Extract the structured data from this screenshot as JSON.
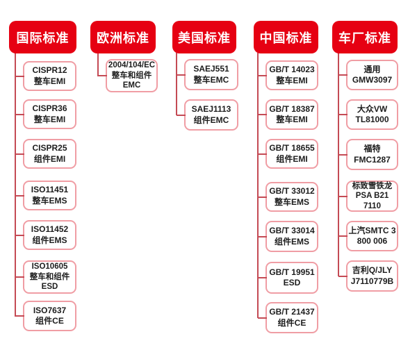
{
  "colors": {
    "header_bg": "#E60012",
    "header_text": "#FFFFFF",
    "box_border": "#F09DA4",
    "connector": "#C44A54",
    "box_text": "#1C1C1C",
    "background": "#FFFFFF"
  },
  "columns": [
    {
      "id": "international",
      "title": "国际标准",
      "items": [
        {
          "text": "CISPR12\n整车EMI"
        },
        {
          "text": "CISPR36\n整车EMI"
        },
        {
          "text": "CISPR25\n组件EMI"
        },
        {
          "text": "ISO11451\n整车EMS"
        },
        {
          "text": "ISO11452\n组件EMS"
        },
        {
          "text": "ISO10605\n整车和组件\nESD"
        },
        {
          "text": "ISO7637\n组件CE"
        }
      ]
    },
    {
      "id": "europe",
      "title": "欧洲标准",
      "items": [
        {
          "text": "2004/104/EC\n整车和组件\nEMC"
        }
      ]
    },
    {
      "id": "usa",
      "title": "美国标准",
      "items": [
        {
          "text": "SAEJ551\n整车EMC"
        },
        {
          "text": "SAEJ1113\n组件EMC"
        }
      ]
    },
    {
      "id": "china",
      "title": "中国标准",
      "items": [
        {
          "text": "GB/T 14023\n整车EMI"
        },
        {
          "text": "GB/T 18387\n整车EMI"
        },
        {
          "text": "GB/T 18655\n组件EMI"
        },
        {
          "text": "GB/T 33012\n整车EMS"
        },
        {
          "text": "GB/T 33014\n组件EMS"
        },
        {
          "text": "GB/T 19951\nESD"
        },
        {
          "text": "GB/T 21437\n组件CE"
        }
      ]
    },
    {
      "id": "oem",
      "title": "车厂标准",
      "items": [
        {
          "text": "通用\nGMW3097"
        },
        {
          "text": "大众VW\nTL81000"
        },
        {
          "text": "福特FMC1287"
        },
        {
          "text": "标致雪铁龙\nPSA B21\n7110"
        },
        {
          "text": "上汽SMTC 3\n800 006"
        },
        {
          "text": "吉利Q/JLY\nJ7110779B"
        }
      ]
    }
  ]
}
